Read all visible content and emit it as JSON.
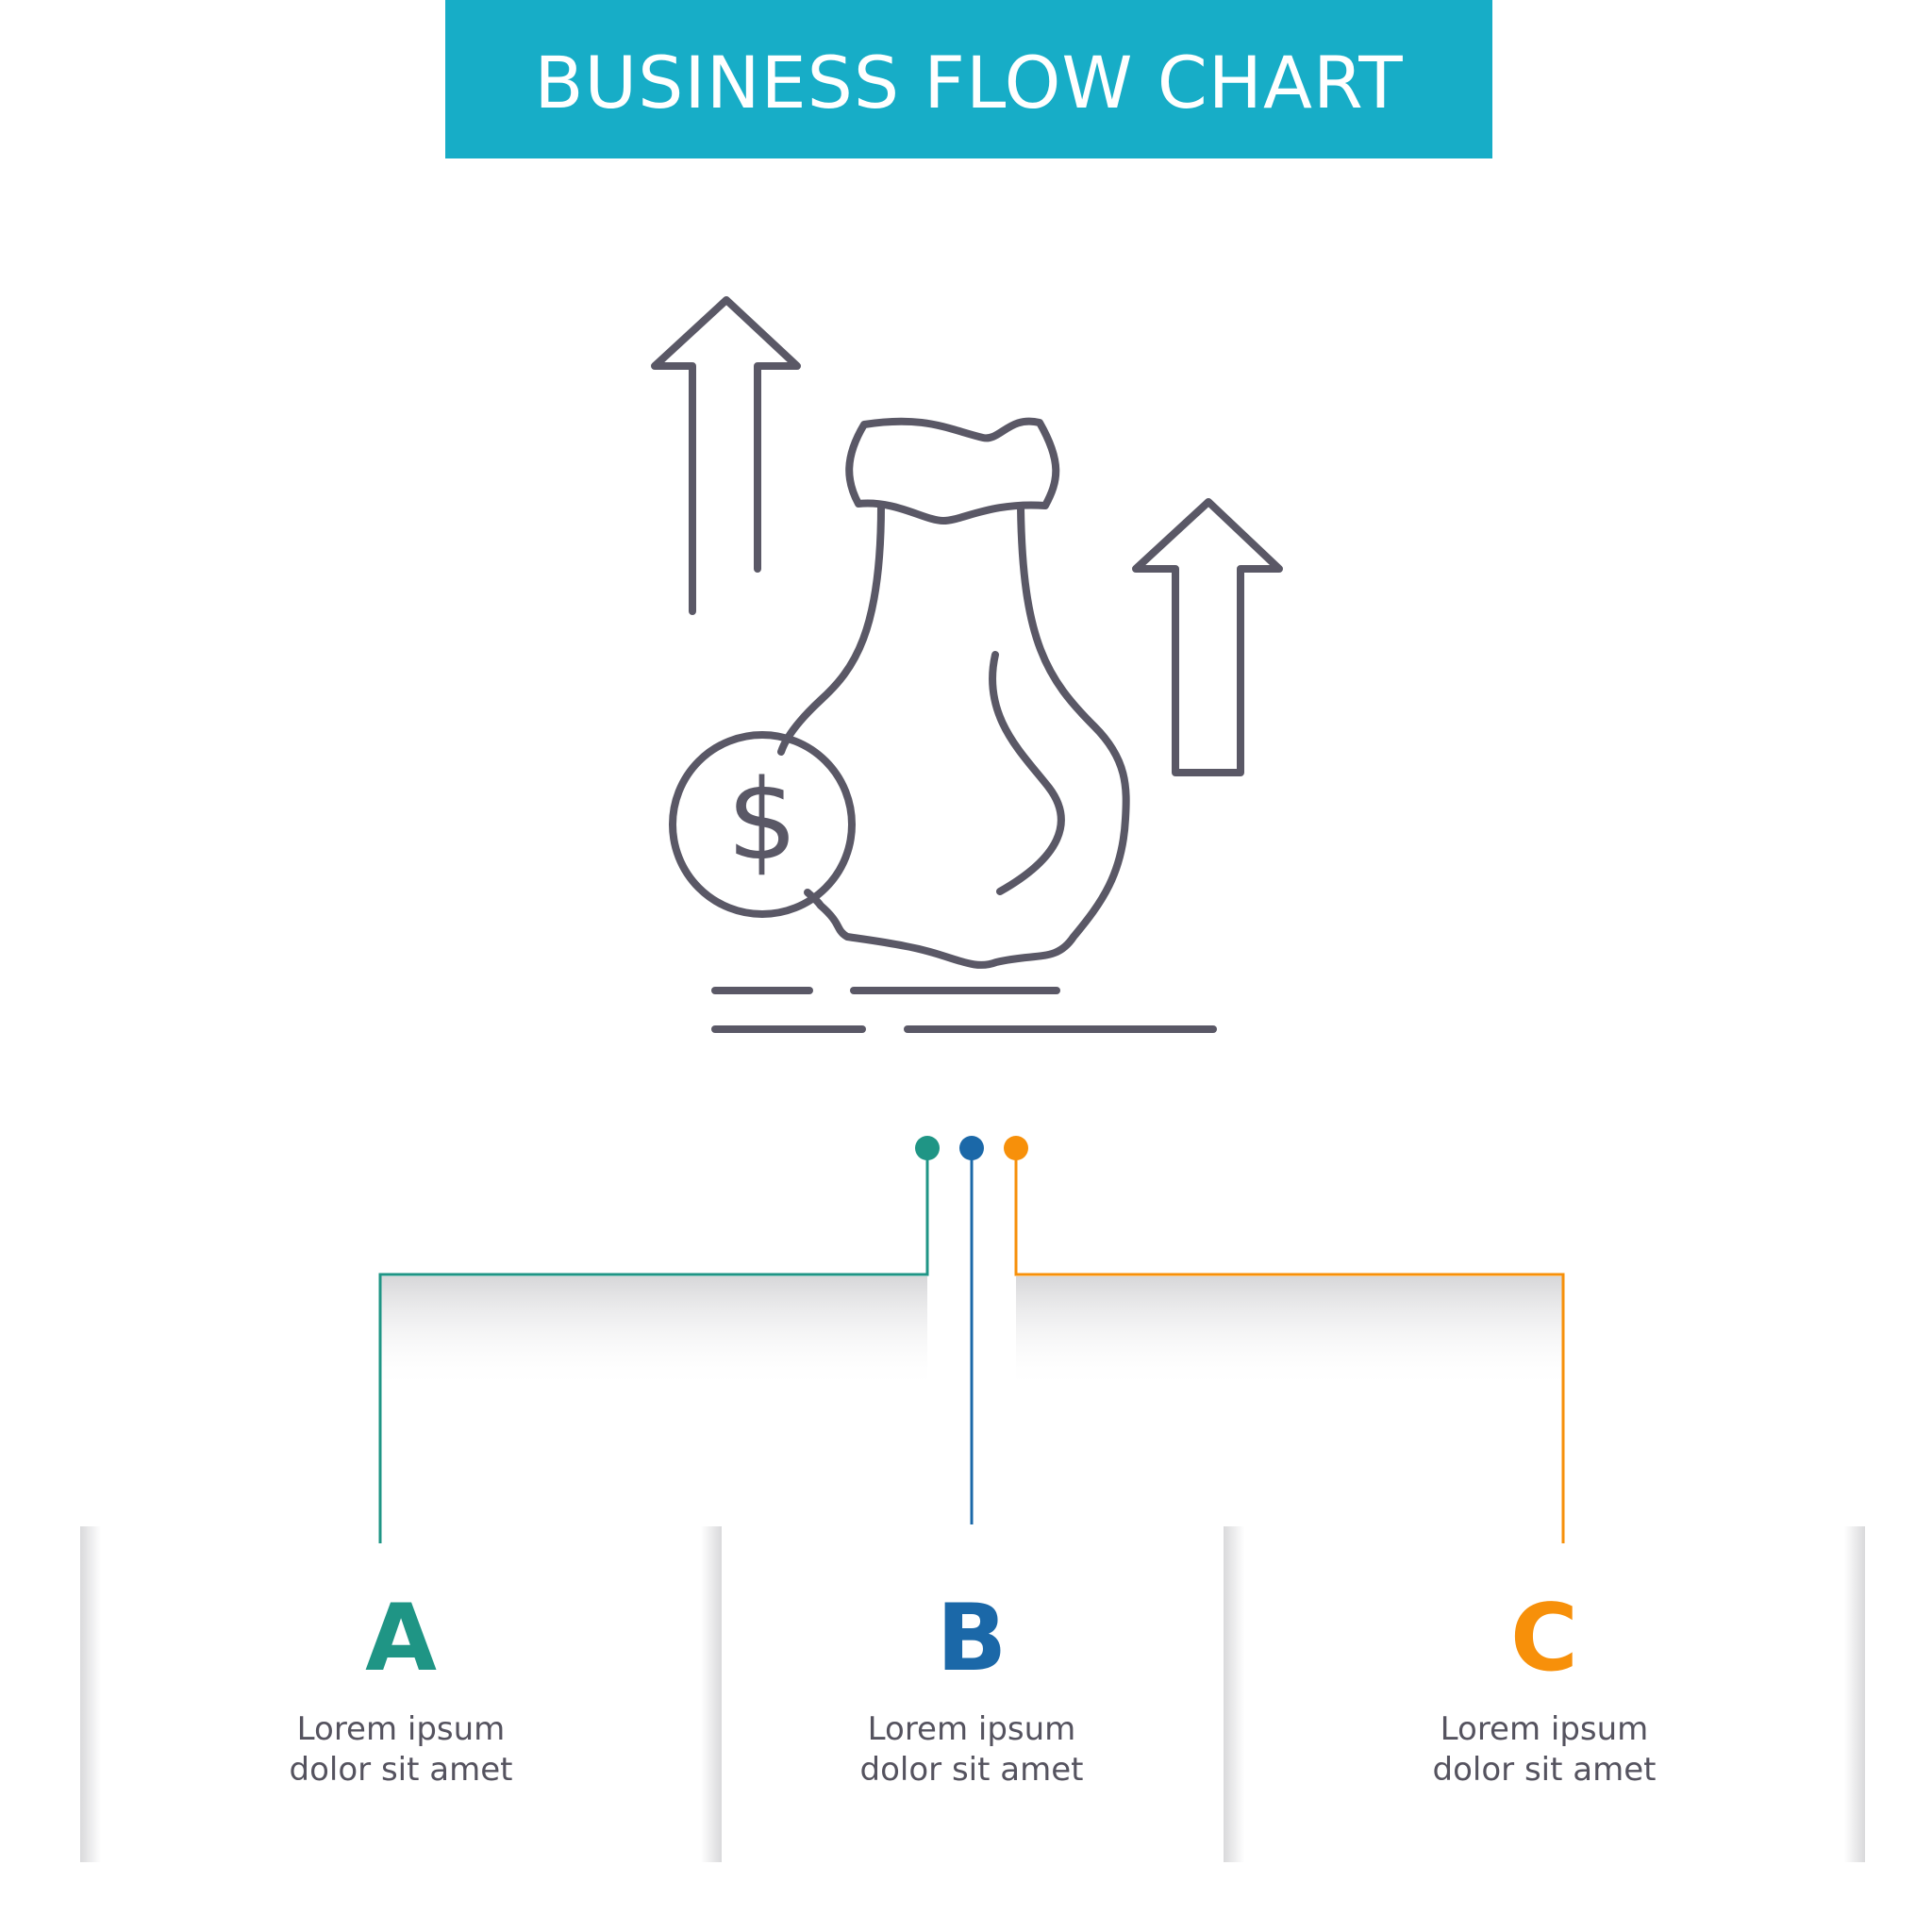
{
  "title": "BUSINESS FLOW CHART",
  "icon": "money-bag-with-dollar-coin-and-up-arrows-icon",
  "colors": {
    "banner": "#17adc7",
    "icon_stroke": "#5a5866",
    "a": "#1f9585",
    "b": "#1b68a8",
    "c": "#f7900a",
    "text": "#55535f"
  },
  "items": [
    {
      "letter": "A",
      "line1": "Lorem ipsum",
      "line2": "dolor sit amet"
    },
    {
      "letter": "B",
      "line1": "Lorem ipsum",
      "line2": "dolor sit amet"
    },
    {
      "letter": "C",
      "line1": "Lorem ipsum",
      "line2": "dolor sit amet"
    }
  ]
}
